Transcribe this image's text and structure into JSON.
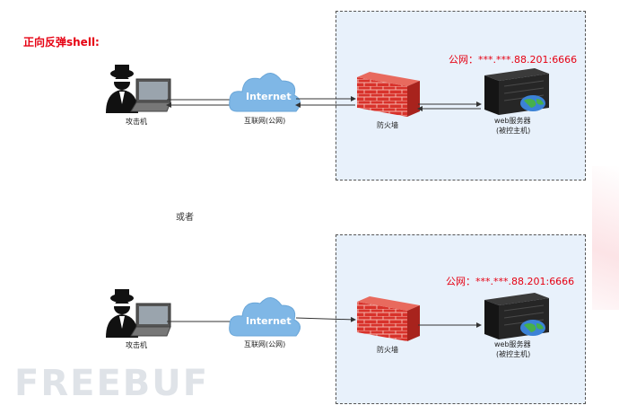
{
  "title": "正向反弹shell:",
  "or_label": "或者",
  "watermark": "FREEBUF",
  "diagrams": [
    {
      "attacker_label": "攻击机",
      "cloud_text": "Internet",
      "cloud_label": "互联网(公网)",
      "firewall_label": "防火墙",
      "public_ip": "公网：***.***.88.201:6666",
      "server_label_1": "web服务器",
      "server_label_2": "(被控主机)"
    },
    {
      "attacker_label": "攻击机",
      "cloud_text": "Internet",
      "cloud_label": "互联网(公网)",
      "firewall_label": "防火墙",
      "public_ip": "公网：***.***.88.201:6666",
      "server_label_1": "web服务器",
      "server_label_2": "(被控主机)"
    }
  ],
  "colors": {
    "accent_red": "#e60012",
    "zone_fill": "#e8f1fb",
    "cloud_blue": "#7fb7e6",
    "firewall_red": "#d8322b"
  },
  "icons": [
    "hacker-icon",
    "laptop-icon",
    "cloud-icon",
    "firewall-icon",
    "server-icon",
    "globe-icon"
  ]
}
